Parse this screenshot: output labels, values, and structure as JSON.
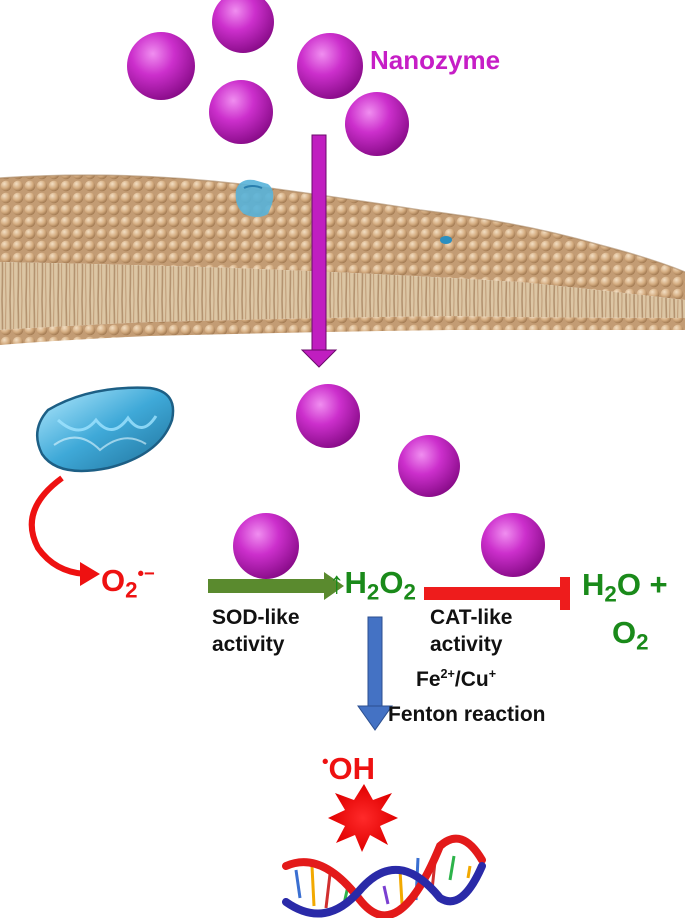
{
  "labels": {
    "nanozyme": "Nanozyme",
    "superoxide": {
      "base": "O",
      "sub": "2",
      "sup": "•−"
    },
    "sod": {
      "line1": "SOD-like",
      "line2": "activity"
    },
    "h2o2": {
      "arrow": "↑",
      "a": "H",
      "s1": "2",
      "b": "O",
      "s2": "2"
    },
    "cat": {
      "line1": "CAT-like",
      "line2": "activity"
    },
    "metals": {
      "fe": "Fe",
      "fe_sup": "2+",
      "sep": "/Cu",
      "cu_sup": "+"
    },
    "fenton": "Fenton reaction",
    "products": {
      "line1a": "H",
      "line1s": "2",
      "line1b": "O +",
      "line2a": "O",
      "line2s": "2"
    },
    "hydroxyl": {
      "dot": "•",
      "text": "OH"
    }
  },
  "colors": {
    "nanozyme": "#c61ec6",
    "superoxide": "#ee1111",
    "h2o2": "#1a8a1a",
    "products": "#1a8a1a",
    "hydroxyl": "#ee1111",
    "sod_arrow": "#5a8a2e",
    "cat_inhibit": "#ee1c1c",
    "fenton_arrow": "#4472c4",
    "uptake_arrow": "#c01ec0"
  }
}
